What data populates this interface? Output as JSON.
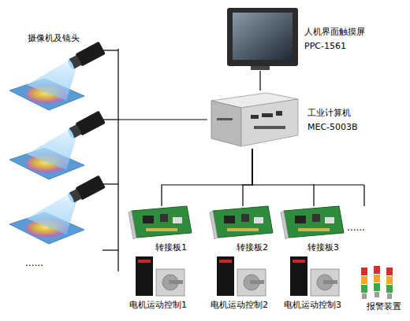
{
  "diagram": {
    "nodes": [
      {
        "text": [
          "摄像机及镜头"
        ]
      },
      {
        "text": [
          "人机界面触摸屏",
          "PPC-1561"
        ]
      },
      {
        "text": [
          "工业计算机",
          "MEC-5003B"
        ]
      },
      {
        "text": [
          "转接板1"
        ]
      },
      {
        "text": [
          "转接板2"
        ]
      },
      {
        "text": [
          "转接板3"
        ]
      },
      {
        "text": [
          "电机运动控制1"
        ]
      },
      {
        "text": [
          "电机运动控制2"
        ]
      },
      {
        "text": [
          "电机运动控制3"
        ]
      },
      {
        "text": [
          "报警装置"
        ]
      }
    ],
    "edges": [
      {
        "from": 0,
        "to": 2,
        "arrow": "none"
      },
      {
        "from": 1,
        "to": 2,
        "arrow": "none"
      },
      {
        "from": 2,
        "to": 3,
        "arrow": "none"
      },
      {
        "from": 2,
        "to": 4,
        "arrow": "none"
      },
      {
        "from": 2,
        "to": 5,
        "arrow": "none"
      }
    ],
    "labels": [
      "......",
      "......"
    ]
  }
}
